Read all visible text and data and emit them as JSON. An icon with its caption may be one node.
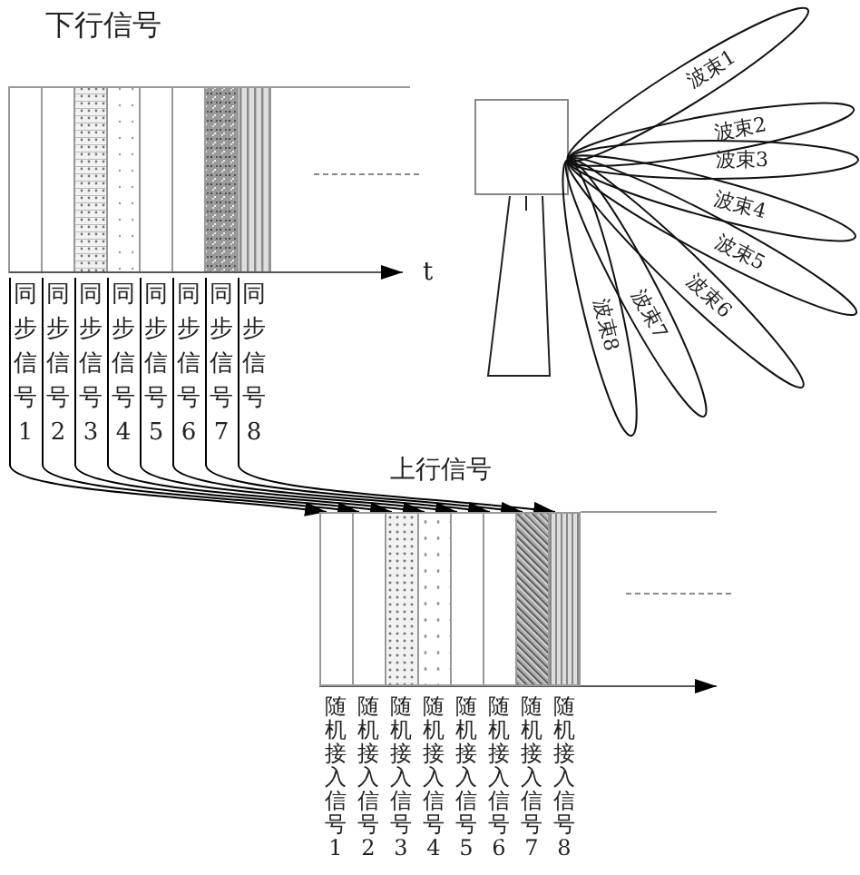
{
  "diagram": {
    "nodes": [
      {
        "text": [
          "同步信号1"
        ]
      },
      {
        "text": [
          "同步信号2"
        ]
      },
      {
        "text": [
          "同步信号3"
        ]
      },
      {
        "text": [
          "同步信号4"
        ]
      },
      {
        "text": [
          "同步信号5"
        ]
      },
      {
        "text": [
          "同步信号6"
        ]
      },
      {
        "text": [
          "同步信号7"
        ]
      },
      {
        "text": [
          "同步信号8"
        ]
      },
      {
        "text": [],
        "shape": "box",
        "beside": [
          "随机接入信号1"
        ]
      },
      {
        "text": [],
        "shape": "box",
        "beside": [
          "随机接入信号2"
        ]
      },
      {
        "text": [],
        "shape": "box",
        "beside": [
          "随机接入信号3"
        ]
      },
      {
        "text": [],
        "shape": "box",
        "beside": [
          "随机接入信号4"
        ]
      },
      {
        "text": [],
        "shape": "box",
        "beside": [
          "随机接入信号5"
        ]
      },
      {
        "text": [],
        "shape": "box",
        "beside": [
          "随机接入信号6"
        ]
      },
      {
        "text": [],
        "shape": "box",
        "beside": [
          "随机接入信号7"
        ]
      },
      {
        "text": [],
        "shape": "box",
        "beside": [
          "随机接入信号8"
        ]
      },
      {
        "text": [
          "波束1"
        ]
      },
      {
        "text": [
          "波束2"
        ]
      },
      {
        "text": [
          "波束3"
        ]
      },
      {
        "text": [
          "波束4"
        ]
      },
      {
        "text": [
          "波束5"
        ]
      },
      {
        "text": [
          "波束6"
        ]
      },
      {
        "text": [
          "波束7"
        ]
      },
      {
        "text": [
          "波束8"
        ]
      }
    ],
    "edges": [
      {
        "from": 0,
        "to": 8,
        "arrow": "to"
      },
      {
        "from": 1,
        "to": 9,
        "arrow": "to"
      },
      {
        "from": 2,
        "to": 10,
        "arrow": "to"
      },
      {
        "from": 3,
        "to": 11,
        "arrow": "to"
      },
      {
        "from": 4,
        "to": 12,
        "arrow": "to"
      },
      {
        "from": 5,
        "to": 13,
        "arrow": "to"
      },
      {
        "from": 6,
        "to": 14,
        "arrow": "to"
      },
      {
        "from": 7,
        "to": 15,
        "arrow": "to"
      }
    ],
    "labels": [
      "下行信号",
      "t",
      "上行信号"
    ]
  }
}
